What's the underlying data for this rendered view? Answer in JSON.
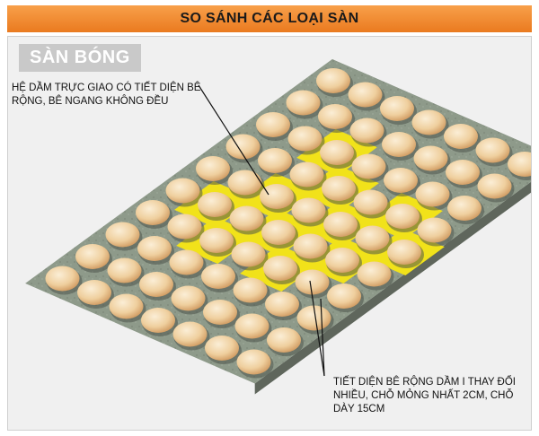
{
  "header": {
    "title": "SO SÁNH CÁC LOẠI SÀN"
  },
  "panel": {
    "section_label": "SÀN BÓNG"
  },
  "annotations": {
    "top_left": "HỆ DẦM TRỰC GIAO CÓ TIẾT DIỆN BÊ RỘNG, BÊ NGANG KHÔNG ĐỀU",
    "bottom_right": "TIẾT DIỆN BÊ RỘNG DẦM I THAY ĐỔI NHIỀU, CHỖ MỎNG NHẤT 2CM, CHỖ DÀY 15CM"
  },
  "colors": {
    "header_start": "#f8a04a",
    "header_end": "#ea7a1f",
    "concrete": "#8e9a8a",
    "concrete_shadow": "#5f665c",
    "highlight": "#f1e21a",
    "ball_light": "#f6e0bd",
    "ball_dark": "#d49a5c"
  },
  "grid": {
    "cols": 10,
    "rows": 7
  }
}
